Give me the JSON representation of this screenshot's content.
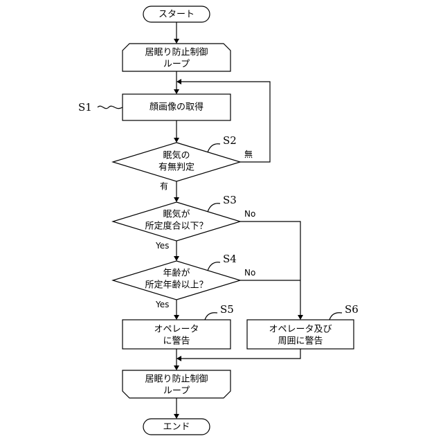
{
  "flowchart": {
    "start": "スタート",
    "loop_start": [
      "居眠り防止制御",
      "ループ"
    ],
    "s1_box": "顔画像の取得",
    "s2_decision": [
      "眠気の",
      "有無判定"
    ],
    "s2_no": "無",
    "s2_yes": "有",
    "s3_decision": [
      "眠気が",
      "所定度合以下？"
    ],
    "s3_no": "No",
    "s3_yes": "Yes",
    "s4_decision": [
      "年齢が",
      "所定年齢以上？"
    ],
    "s4_no": "No",
    "s4_yes": "Yes",
    "s5_box": [
      "オペレータ",
      "に警告"
    ],
    "s6_box": [
      "オペレータ及び",
      "周囲に警告"
    ],
    "loop_end": [
      "居眠り防止制御",
      "ループ"
    ],
    "end": "エンド"
  },
  "step_labels": {
    "s1": "S1",
    "s2": "S2",
    "s3": "S3",
    "s4": "S4",
    "s5": "S5",
    "s6": "S6"
  }
}
